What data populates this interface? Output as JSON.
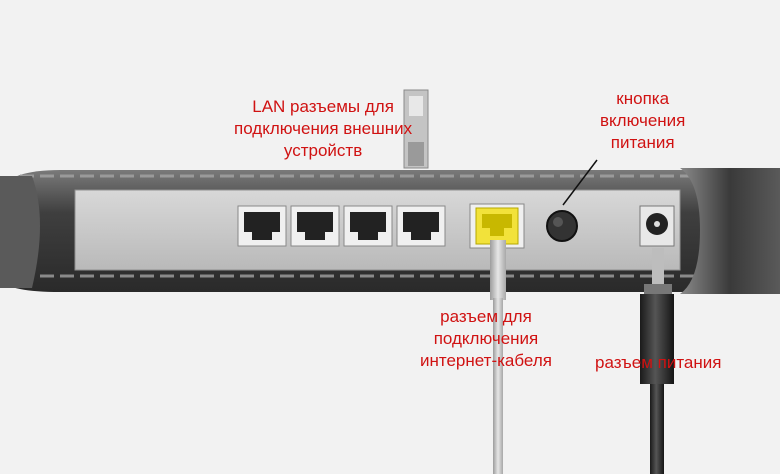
{
  "labels": {
    "lan": [
      "LAN разъемы для",
      "подключения внешних",
      "устройств"
    ],
    "power_button": [
      "кнопка",
      "включения",
      "питания"
    ],
    "internet": [
      "разъем для",
      "подключения",
      "интернет-кабеля"
    ],
    "power_jack": [
      "разъем питания"
    ]
  },
  "colors": {
    "label_text": "#d01212",
    "background": "#f2f2f2",
    "router_body": "#4a4a4a",
    "back_panel": "#c9c9c9",
    "wan_port": "#f2e23a",
    "lan_port": "#222222"
  },
  "ports": {
    "lan_count": 4
  }
}
